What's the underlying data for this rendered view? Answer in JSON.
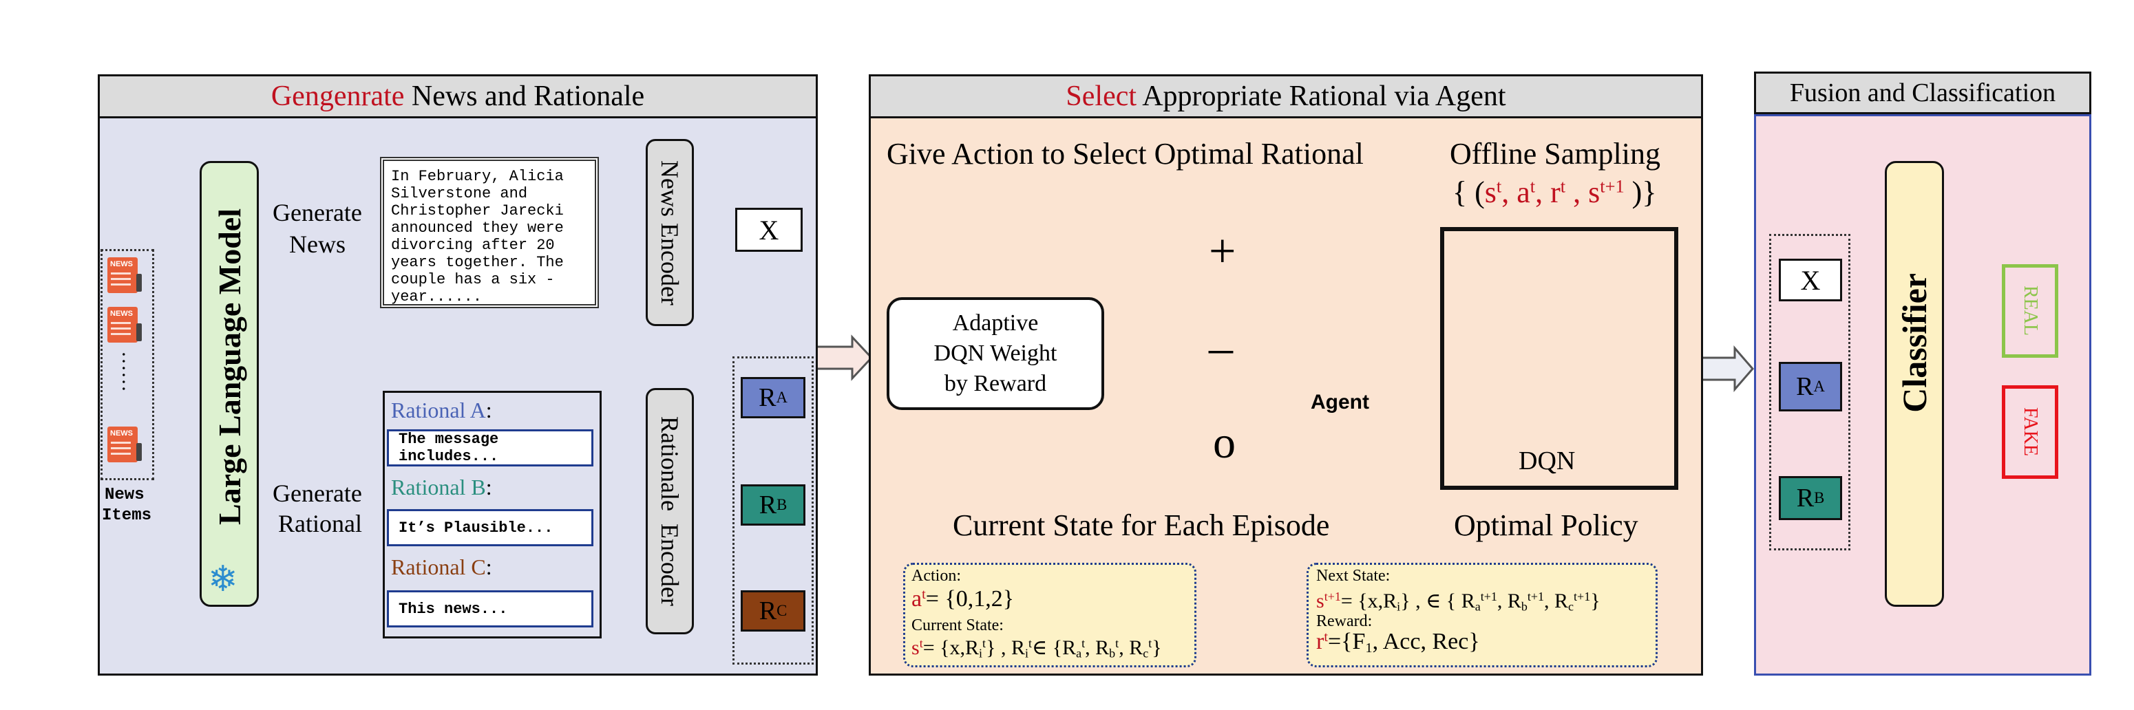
{
  "panel1": {
    "title_highlight": "Gengenrate",
    "title_rest": " News and Rationale",
    "news_items_label_1": "News",
    "news_items_label_2": "Items",
    "news_icon_text": "NEWS",
    "ellipsis": "······",
    "llm_label": "Large Language Model",
    "snowflake": "❄",
    "generate_news_1": "Generate",
    "generate_news_2": "News",
    "news_text": "In February, Alicia Silverstone and Christopher Jarecki announced they were divorcing after 20 years together. The couple has a six - year......",
    "news_encoder": "News Encoder",
    "x_label": "X",
    "generate_rational_1": "Generate",
    "generate_rational_2": "Rational",
    "rational_a_title": "Rational A",
    "rational_a_colon": ":",
    "rational_a_text": "The message includes...",
    "rational_b_title": "Rational B",
    "rational_b_colon": ":",
    "rational_b_text": "It’s Plausible...",
    "rational_c_title": "Rational C",
    "rational_c_colon": ":",
    "rational_c_text": "This news...",
    "rationale_encoder": "Rationale  Encoder",
    "r_letter": "R",
    "ra_sub": "A",
    "rb_sub": "B",
    "rc_sub": "C"
  },
  "panel2": {
    "title_highlight": "Select",
    "title_rest": " Appropriate Rational via Agent",
    "give_action": "Give Action to Select Optimal Rational",
    "offline_sampling": "Offline Sampling",
    "tuple_open": "{ (",
    "tuple_s": "s",
    "tuple_a": "a",
    "tuple_r": "r",
    "tuple_s2": "s",
    "tuple_t": "t",
    "tuple_t1": "t+1",
    "tuple_close": ")}",
    "dqn_box_1": "Adaptive",
    "dqn_box_2": "DQN Weight",
    "dqn_box_3": "by Reward",
    "plus": "+",
    "minus": "–",
    "zero": "o",
    "agent": "Agent",
    "dqn_label": "DQN",
    "current_state_each": "Current State for Each Episode",
    "optimal_policy": "Optimal Policy",
    "action_label": "Action:",
    "action_eq": "= {0,1,2}",
    "current_state_label": "Current State:",
    "state_eq": "= {x,R",
    "next_state_label": "Next State:",
    "next_eq": "= {x,R",
    "reward_label": "Reward:",
    "reward_eq": "={F",
    "reward_rest": ", Acc, Rec}"
  },
  "panel3": {
    "title": "Fusion and Classification",
    "x_label": "X",
    "r_letter": "R",
    "ra_sub": "A",
    "rb_sub": "B",
    "classifier": "Classifier",
    "real": "REAL",
    "fake": "FAKE"
  },
  "colors": {
    "panel1_bg": "#dfe1ef",
    "panel2_bg": "#fbe4d2",
    "panel3_bg": "#f8dde3",
    "accent_red": "#c0111f",
    "ra_fill": "#6e82c9",
    "rb_fill": "#2b8f7f",
    "rc_fill": "#8a3f12",
    "real_green": "#8cc54a",
    "fake_red": "#e8141c",
    "llm_green": "#ddf1d0",
    "classifier_yellow": "#fdf1c4"
  }
}
